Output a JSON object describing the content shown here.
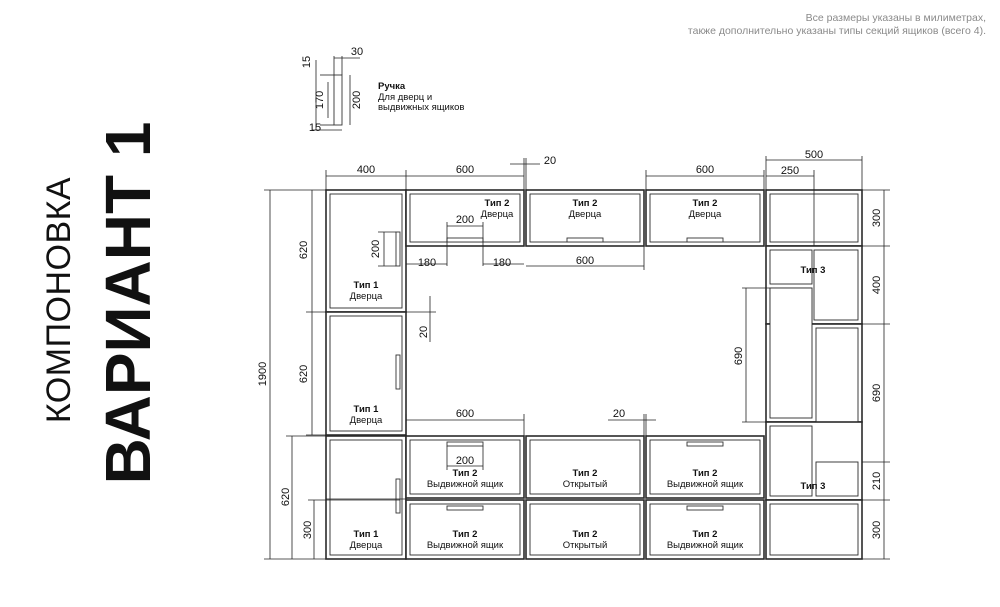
{
  "note": {
    "line1": "Все размеры указаны в милиметрах,",
    "line2": "также дополнительно указаны типы секций ящиков (всего 4)."
  },
  "title": {
    "line1": "КОМПОНОВКА",
    "line2": "ВАРИАНТ 1"
  },
  "handle_legend": {
    "title": "Ручка",
    "line1": "Для дверц и",
    "line2": "выдвижных ящиков",
    "dims": {
      "top": "15",
      "width": "30",
      "inner": "170",
      "height": "200",
      "bottom": "15"
    }
  },
  "dims": {
    "d400_top": "400",
    "d600_top_a": "600",
    "d20_top": "20",
    "d600_top_b": "600",
    "d500_top": "500",
    "d250_top": "250",
    "d1900": "1900",
    "d620_a": "620",
    "d620_b": "620",
    "d620_c": "620",
    "d300_left": "300",
    "d200_handle": "200",
    "d200_h": "200",
    "d180_a": "180",
    "d180_b": "180",
    "d600_mid": "600",
    "d20_mid": "20",
    "d690_mid": "690",
    "d600_low": "600",
    "d20_low": "20",
    "d200_low": "200",
    "r300_a": "300",
    "r400": "400",
    "r690": "690",
    "r210": "210",
    "r300_b": "300"
  },
  "labels": {
    "type1": "Тип 1",
    "type2": "Тип 2",
    "type3": "Тип 3",
    "door": "Дверца",
    "drawer": "Выдвижной ящик",
    "open": "Открытый"
  }
}
